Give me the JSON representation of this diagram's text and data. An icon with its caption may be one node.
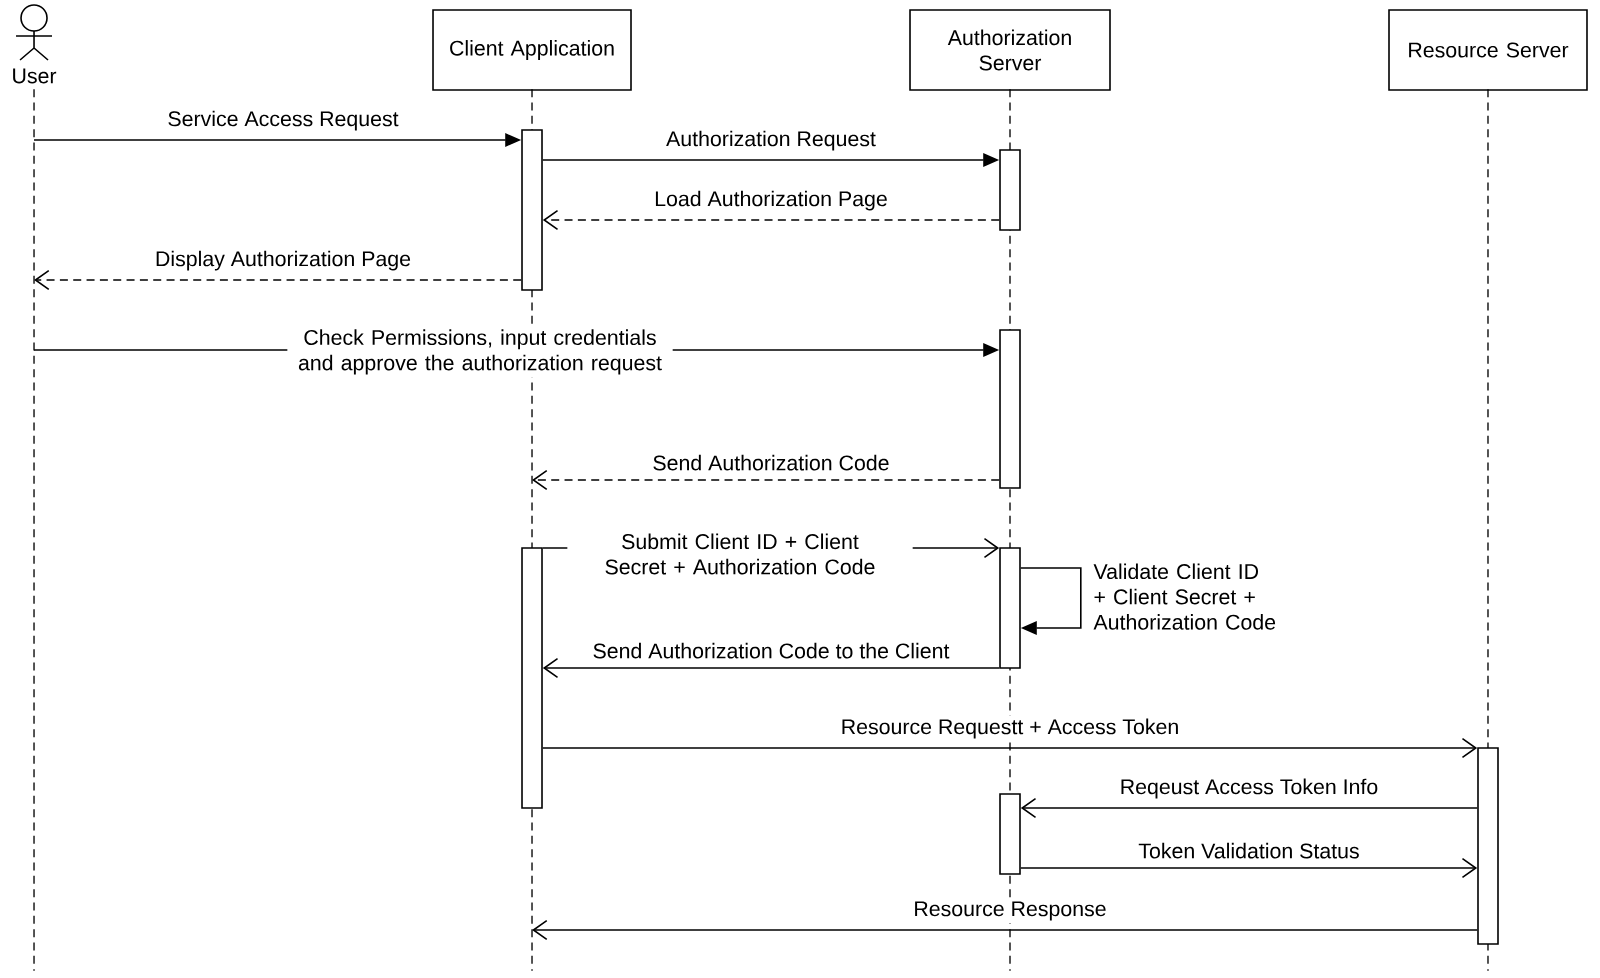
{
  "diagram": {
    "nodes": [
      {
        "text": [
          "User"
        ]
      },
      {
        "text": [
          "Client Application"
        ]
      },
      {
        "text": [
          "Authorization Server"
        ]
      },
      {
        "text": [
          "Resource Server"
        ]
      },
      {
        "text": [],
        "shape": "line"
      },
      {
        "text": [],
        "shape": "line"
      },
      {
        "text": [],
        "shape": "line"
      },
      {
        "text": [],
        "shape": "line"
      },
      {
        "text": [],
        "shape": "bar"
      },
      {
        "text": [],
        "shape": "bar"
      },
      {
        "text": [],
        "shape": "bar"
      },
      {
        "text": [],
        "shape": "bar"
      },
      {
        "text": [],
        "shape": "bar"
      },
      {
        "text": [],
        "shape": "bar"
      },
      {
        "text": [],
        "shape": "bar"
      }
    ],
    "edges": [
      {
        "from": 4,
        "to": 8,
        "arrow": "to",
        "label": "Service Access Request"
      },
      {
        "from": 8,
        "to": 9,
        "arrow": "to",
        "label": "Authorization Request"
      },
      {
        "from": 9,
        "to": 8,
        "arrow": "to",
        "label": "Load Authorization Page",
        "style": "dashed"
      },
      {
        "from": 8,
        "to": 4,
        "arrow": "to",
        "label": "Display Authorization Page",
        "style": "dashed"
      },
      {
        "from": 4,
        "to": 10,
        "arrow": "to",
        "label": "Check Permissions, input credentials and approve the authorization request"
      },
      {
        "from": 10,
        "to": 5,
        "arrow": "to",
        "label": "Send Authorization Code",
        "style": "dashed"
      },
      {
        "from": 11,
        "to": 12,
        "arrow": "to",
        "label": "Submit Client ID + Client Secret + Authorization Code"
      },
      {
        "from": 12,
        "to": 12,
        "arrow": "to",
        "label": "Validate Client ID + Client Secret + Authorization Code"
      },
      {
        "from": 12,
        "to": 11,
        "arrow": "to",
        "label": "Send Authorization Code to the Client"
      },
      {
        "from": 11,
        "to": 13,
        "arrow": "to",
        "label": "Resource Requestt + Access Token"
      },
      {
        "from": 13,
        "to": 14,
        "arrow": "to",
        "label": "Reqeust Access Token Info"
      },
      {
        "from": 14,
        "to": 13,
        "arrow": "to",
        "label": "Token Validation Status"
      },
      {
        "from": 13,
        "to": 5,
        "arrow": "to",
        "label": "Resource Response"
      }
    ]
  }
}
